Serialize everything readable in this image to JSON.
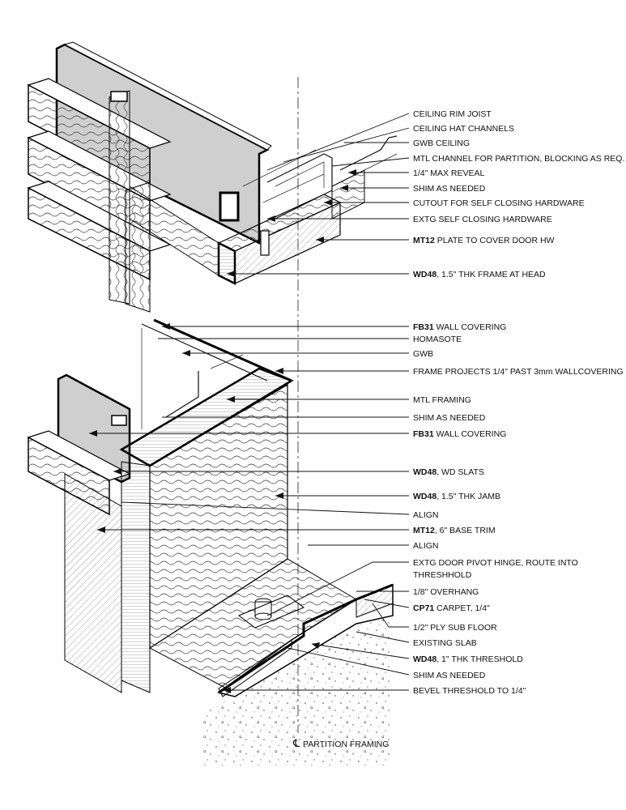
{
  "head_labels": [
    {
      "text": "CEILING RIM JOIST"
    },
    {
      "text": "CEILING HAT CHANNELS"
    },
    {
      "text": "GWB CEILING"
    },
    {
      "text": "MTL CHANNEL FOR PARTITION, BLOCKING AS REQ."
    },
    {
      "text": "1/4\" MAX REVEAL"
    },
    {
      "text": "SHIM AS NEEDED"
    },
    {
      "text": "CUTOUT FOR SELF CLOSING HARDWARE"
    },
    {
      "text": "EXTG SELF CLOSING HARDWARE"
    },
    {
      "code": "MT12",
      "text": " PLATE TO COVER DOOR HW"
    },
    {
      "code": "WD48",
      "text": ", 1.5\" THK FRAME AT HEAD"
    }
  ],
  "jamb_labels": [
    {
      "code": "FB31",
      "text": " WALL COVERING"
    },
    {
      "text": "HOMASOTE"
    },
    {
      "text": "GWB"
    },
    {
      "text": "FRAME PROJECTS 1/4\" PAST 3mm WALLCOVERING"
    },
    {
      "text": "MTL FRAMING"
    },
    {
      "text": "SHIM AS NEEDED"
    },
    {
      "code": "FB31",
      "text": " WALL COVERING"
    },
    {
      "code": "WD48",
      "text": ", WD SLATS"
    },
    {
      "code": "WD48",
      "text": ", 1.5\" THK JAMB"
    },
    {
      "text": "ALIGN"
    },
    {
      "code": "MT12",
      "text": ", 6\" BASE TRIM"
    },
    {
      "text": "ALIGN"
    },
    {
      "text": "EXTG DOOR PIVOT HINGE, ROUTE INTO",
      "text2": "THRESHHOLD"
    },
    {
      "text": "1/8\" OVERHANG"
    },
    {
      "code": "CP71",
      "text": " CARPET, 1/4\""
    },
    {
      "text": "1/2\" PLY SUB FLOOR"
    },
    {
      "text": "EXISTING SLAB"
    },
    {
      "code": "WD48",
      "text": ", 1\" THK THRESHOLD"
    },
    {
      "text": "SHIM AS NEEDED"
    },
    {
      "text": "BEVEL THRESHOLD TO 1/4\""
    }
  ],
  "centerline": {
    "symbol": "℄",
    "label": "PARTITION FRAMING"
  }
}
